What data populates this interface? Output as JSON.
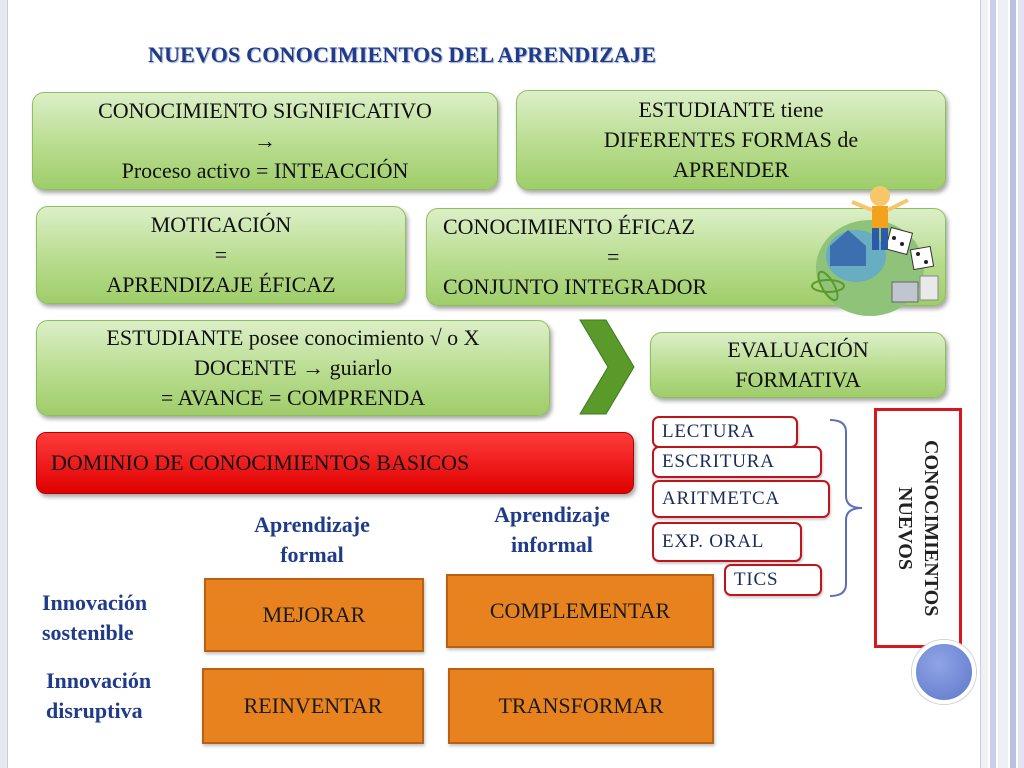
{
  "title": "NUEVOS CONOCIMIENTOS DEL APRENDIZAJE",
  "boxes": {
    "significativo": [
      "CONOCIMIENTO SIGNIFICATIVO",
      "→",
      "Proceso activo = INTEACCIÓN"
    ],
    "estudiante_formas": [
      "ESTUDIANTE tiene",
      "DIFERENTES FORMAS de",
      "APRENDER"
    ],
    "motivacion": [
      "MOTICACIÓN",
      "=",
      "APRENDIZAJE ÉFICAZ"
    ],
    "eficaz": [
      "CONOCIMIENTO ÉFICAZ",
      "=",
      "CONJUNTO INTEGRADOR"
    ],
    "estudiante_posee": [
      "ESTUDIANTE posee conocimiento √ o X",
      "DOCENTE → guiarlo",
      "= AVANCE = COMPRENDA"
    ],
    "evaluacion": [
      "EVALUACIÓN",
      "FORMATIVA"
    ]
  },
  "dominio": "DOMINIO DE CONOCIMIENTOS BASICOS",
  "tags": [
    "LECTURA",
    "ESCRITURA",
    "ARITMETCA",
    "EXP. ORAL",
    "TICS"
  ],
  "nuevos": "CONOCIMIENTOS NUEVOS",
  "column_labels": {
    "formal": [
      "Aprendizaje",
      "formal"
    ],
    "informal": [
      "Aprendizaje",
      "informal"
    ]
  },
  "row_labels": {
    "sostenible": [
      "Innovación",
      "sostenible"
    ],
    "disruptiva": [
      "Innovación",
      "disruptiva"
    ]
  },
  "actions": {
    "mejorar": "MEJORAR",
    "complementar": "COMPLEMENTAR",
    "reinventar": "REINVENTAR",
    "transformar": "TRANSFORMAR"
  },
  "colors": {
    "title_blue": "#1f3b8a",
    "green": "#9fcd6a",
    "red": "#e00000",
    "orange": "#e8821e",
    "tag_border": "#c0141c",
    "chevron_green": "#5a9a2a"
  }
}
